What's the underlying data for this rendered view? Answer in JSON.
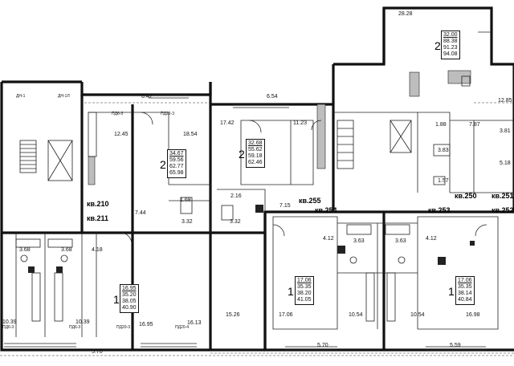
{
  "apartments": [
    {
      "id": "kv210",
      "label": "кв.210"
    },
    {
      "id": "kv211",
      "label": "кв.211"
    },
    {
      "id": "kv250",
      "label": "кв.250"
    },
    {
      "id": "kv251",
      "label": "кв.251"
    },
    {
      "id": "kv252",
      "label": "кв.252"
    },
    {
      "id": "kv253",
      "label": "кв.253"
    },
    {
      "id": "kv254",
      "label": "кв.254"
    },
    {
      "id": "kv255",
      "label": "кв.255"
    }
  ],
  "area_boxes": [
    {
      "rooms": "2",
      "values": [
        "34.67",
        "59.56",
        "62.77",
        "65.98"
      ]
    },
    {
      "rooms": "2",
      "values": [
        "32.68",
        "55.62",
        "59.18",
        "62.46"
      ]
    },
    {
      "rooms": "2",
      "values": [
        "32.00",
        "88.38",
        "91.23",
        "94.08"
      ]
    },
    {
      "rooms": "1",
      "values": [
        "16.95",
        "35.20",
        "38.05",
        "40.90"
      ]
    },
    {
      "rooms": "1",
      "values": [
        "17.06",
        "35.35",
        "38.20",
        "41.05"
      ]
    },
    {
      "rooms": "1",
      "values": [
        "17.06",
        "35.35",
        "38.14",
        "40.84"
      ]
    }
  ],
  "room_areas": [
    "28.28",
    "6.42",
    "6.54",
    "12.85",
    "12.45",
    "18.54",
    "17.42",
    "11.23",
    "1.88",
    "7.87",
    "3.81",
    "5.18",
    "3.83",
    "1.57",
    "1.68",
    "2.16",
    "3.32",
    "3.32",
    "7.44",
    "7.15",
    "4.12",
    "3.63",
    "3.63",
    "4.12",
    "3.68",
    "3.68",
    "4.18",
    "10.39",
    "10.39",
    "16.95",
    "16.13",
    "15.26",
    "17.06",
    "10.54",
    "10.54",
    "16.98",
    "5.70",
    "5.70",
    "5.59"
  ],
  "codes": [
    "ДН-1",
    "ДН-1Л",
    "ПД6-3",
    "ПД22-3",
    "ПД6-3",
    "ПД6-3",
    "ПД20-3",
    "ПД20-4"
  ]
}
